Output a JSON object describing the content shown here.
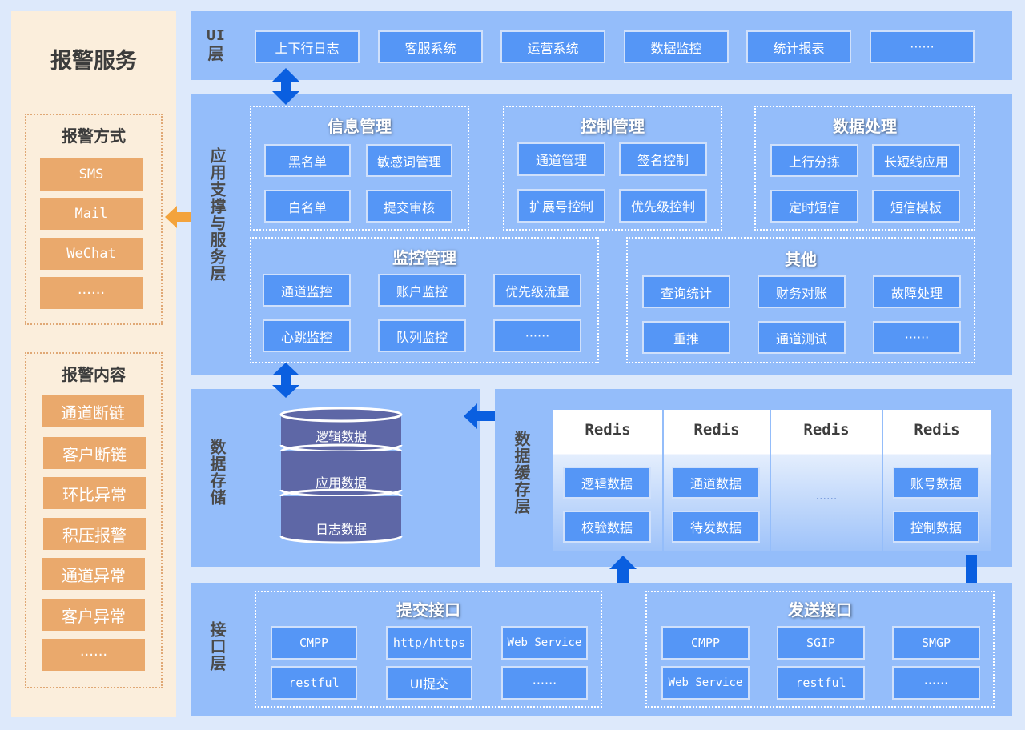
{
  "alarm_service": {
    "title": "报警服务",
    "methods": {
      "title": "报警方式",
      "items": [
        "SMS",
        "Mail",
        "WeChat",
        "······"
      ]
    },
    "contents": {
      "title": "报警内容",
      "items": [
        "通道断链",
        "客户断链",
        "环比异常",
        "积压报警",
        "通道异常",
        "客户异常",
        "······"
      ]
    }
  },
  "ui_layer": {
    "label": "UI层",
    "items": [
      "上下行日志",
      "客服系统",
      "运营系统",
      "数据监控",
      "统计报表",
      "······"
    ]
  },
  "app_layer": {
    "label": "应用支撑与服务层",
    "groups": {
      "info": {
        "title": "信息管理",
        "items": [
          "黑名单",
          "敏感词管理",
          "白名单",
          "提交审核"
        ]
      },
      "control": {
        "title": "控制管理",
        "items": [
          "通道管理",
          "签名控制",
          "扩展号控制",
          "优先级控制"
        ]
      },
      "data_proc": {
        "title": "数据处理",
        "items": [
          "上行分拣",
          "长短线应用",
          "定时短信",
          "短信模板"
        ]
      },
      "monitor": {
        "title": "监控管理",
        "items": [
          "通道监控",
          "账户监控",
          "优先级流量",
          "心跳监控",
          "队列监控",
          "······"
        ]
      },
      "other": {
        "title": "其他",
        "items": [
          "查询统计",
          "财务对账",
          "故障处理",
          "重推",
          "通道测试",
          "······"
        ]
      }
    }
  },
  "storage_layer": {
    "label": "数据存储",
    "segments": [
      "逻辑数据",
      "应用数据",
      "日志数据"
    ]
  },
  "cache_layer": {
    "label": "数据缓存层",
    "columns": [
      {
        "title": "Redis",
        "items": [
          "逻辑数据",
          "校验数据"
        ]
      },
      {
        "title": "Redis",
        "items": [
          "通道数据",
          "待发数据"
        ]
      },
      {
        "title": "Redis",
        "items": [
          "······"
        ]
      },
      {
        "title": "Redis",
        "items": [
          "账号数据",
          "控制数据"
        ]
      }
    ]
  },
  "interface_layer": {
    "label": "接口层",
    "submit": {
      "title": "提交接口",
      "items": [
        "CMPP",
        "http/https",
        "Web Service",
        "restful",
        "UI提交",
        "······"
      ]
    },
    "send": {
      "title": "发送接口",
      "items": [
        "CMPP",
        "SGIP",
        "SMGP",
        "Web Service",
        "restful",
        "······"
      ]
    }
  },
  "colors": {
    "layer_bg": "#94bdfa",
    "box_blue": "#5596f6",
    "arrow_blue": "#0a5fe0",
    "arrow_orange": "#f3a33c",
    "alarm_bg": "#fbeedc",
    "alarm_box": "#eaa96c",
    "db_purple": "#5e67a6"
  }
}
